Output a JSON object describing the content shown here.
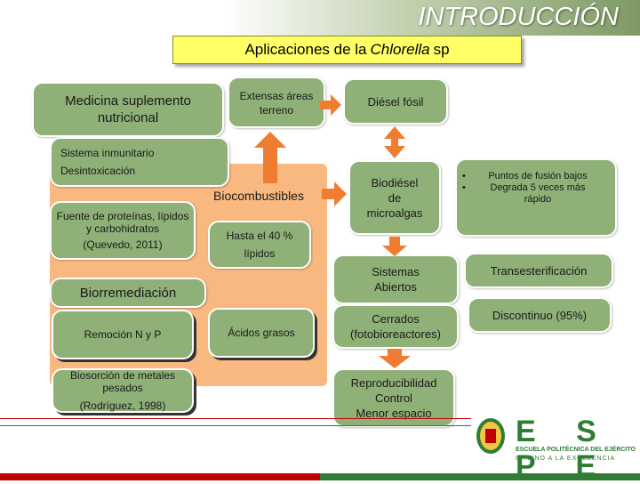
{
  "header": {
    "title": "INTRODUCCIÓN",
    "subtitle_pre": "Aplicaciones de la",
    "subtitle_italic": "Chlorella",
    "subtitle_post": "sp"
  },
  "boxes": {
    "medicina": "Medicina suplemento nutricional",
    "sistema_line1": "Sistema inmunitario",
    "sistema_line2": "Desintoxicación",
    "fuente_line1": "Fuente de proteínas, lípidos y carbohidratos",
    "fuente_line2": "(Quevedo, 2011)",
    "biocombustibles": "Biocombustibles",
    "extensas": "Extensas áreas terreno",
    "hasta": "Hasta el 40 % lípidos",
    "biorremediacion": "Biorremediación",
    "remocion": "Remoción N y P",
    "acidos": "Ácidos grasos",
    "biosorcion_line1": "Biosorción de metales pesados",
    "biosorcion_line2": "(Rodríguez,  1998)",
    "diesel": "Diésel fósil",
    "biodiesel": "Biodiésel de microalgas",
    "bullets": [
      "Puntos de fusión bajos",
      "Degrada 5 veces más rápido"
    ],
    "sistemas_abiertos": "Sistemas Abiertos",
    "transesterificacion": "Transesterificación",
    "cerrados": "Cerrados (fotobioreactores)",
    "discontinuo": "Discontinuo (95%)",
    "reproducibilidad": [
      "Reproducibilidad",
      "Control",
      "Menor espacio"
    ]
  },
  "logo": {
    "name": "E S P E",
    "subtitle": "ESCUELA POLITÉCNICA DEL EJÉRCITO",
    "slogan": "CAMINO A LA EXCELENCIA"
  },
  "colors": {
    "accent_green": "#8fb077",
    "arrow_orange": "#ee7d31",
    "panel_orange": "#f9b880",
    "subtitle_yellow": "#ffff66"
  }
}
